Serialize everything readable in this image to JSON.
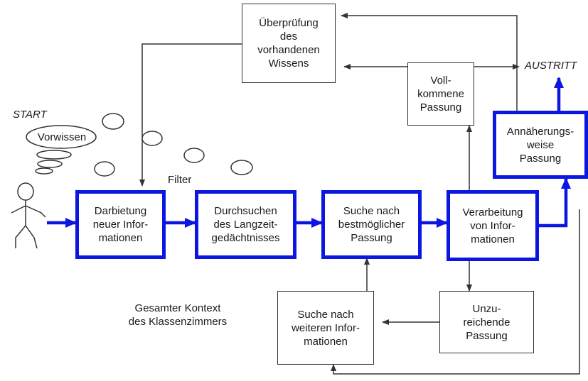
{
  "diagram": {
    "start_label": "START",
    "exit_label": "AUSTRITT",
    "filter_label": "Filter",
    "context_label": "Gesamter Kontext\ndes Klassenzimmers",
    "prior_knowledge": "Vorwissen",
    "boxes": {
      "review": "Überprüfung\ndes\nvorhandenen\nWissens",
      "perfect_fit": "Voll-\nkommene\nPassung",
      "approx_fit": "Annäherungs-\nweise\nPassung",
      "present": "Darbietung\nneuer Infor-\nmationen",
      "search_ltm": "Durchsuchen\ndes Langzeit-\ngedächtnisses",
      "best_fit": "Suche nach\nbestmöglicher\nPassung",
      "process": "Verarbeitung\nvon Infor-\nmationen",
      "more_info": "Suche nach\nweiteren Infor-\nmationen",
      "insufficient_fit": "Unzu-\nreichende\nPassung"
    },
    "colors": {
      "highlight": "#0b17e0",
      "line": "#333333"
    }
  }
}
